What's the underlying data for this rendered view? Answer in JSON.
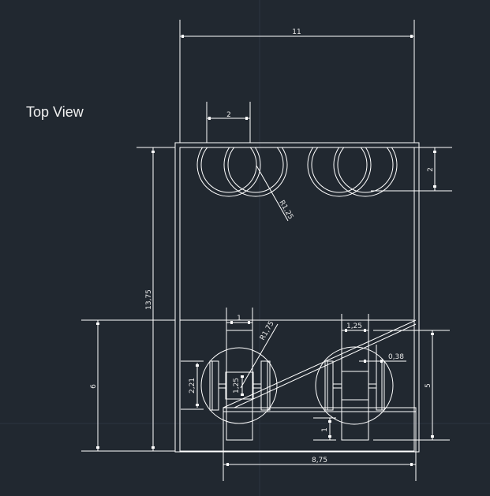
{
  "view_label": "Top View",
  "dimensions": {
    "overall_width": "11",
    "coil_spacing": "2",
    "coil_depth": "2",
    "coil_radius": "R1,25",
    "overall_length": "13,75",
    "base_length": "6",
    "wheel_width_left": "1",
    "wheel_radius": "R1,75",
    "plate_height": "2,21",
    "hub_height": "1,25",
    "wheel_width_right": "1,25",
    "plate_offset": "0,38",
    "wheel_clearance": "1",
    "wheel_length": "5",
    "axle_spacing": "8,75"
  },
  "colors": {
    "background": "#212830",
    "line": "#ffffff"
  }
}
